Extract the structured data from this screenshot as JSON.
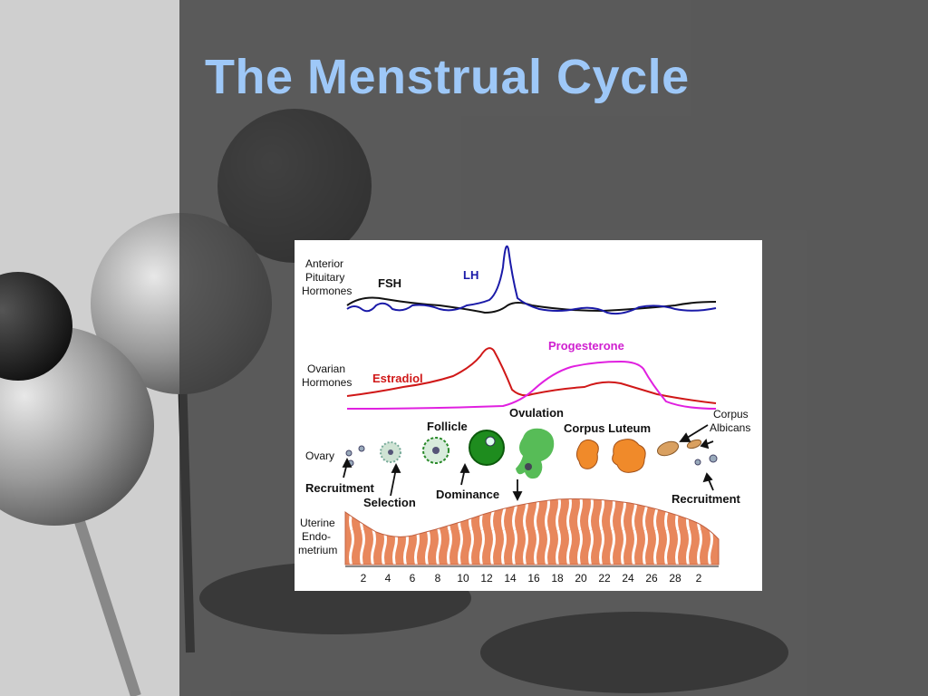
{
  "slide": {
    "title": "The Menstrual Cycle"
  },
  "figure": {
    "labels": {
      "anterior_pituitary": [
        "Anterior",
        "Pituitary",
        "Hormones"
      ],
      "fsh": "FSH",
      "lh": "LH",
      "ovarian": [
        "Ovarian",
        "Hormones"
      ],
      "estradiol": "Estradiol",
      "progesterone": "Progesterone",
      "ovary": "Ovary",
      "recruitment": "Recruitment",
      "selection": "Selection",
      "follicle": "Follicle",
      "dominance": "Dominance",
      "ovulation": "Ovulation",
      "corpus_luteum": "Corpus Luteum",
      "corpus_albicans": [
        "Corpus",
        "Albicans"
      ],
      "recruitment_end": "Recruitment",
      "uterine": [
        "Uterine",
        "Endo-",
        "metrium"
      ]
    },
    "day_axis": [
      "2",
      "4",
      "6",
      "8",
      "10",
      "12",
      "14",
      "16",
      "18",
      "20",
      "22",
      "24",
      "26",
      "28",
      "2"
    ],
    "colors": {
      "fsh": "#111111",
      "lh": "#1a1aa8",
      "estradiol": "#d01818",
      "progesterone": "#e020e0",
      "follicle": "#1e8c1e",
      "corpus_luteum": "#f08a2a",
      "endometrium": "#e88a60"
    }
  }
}
